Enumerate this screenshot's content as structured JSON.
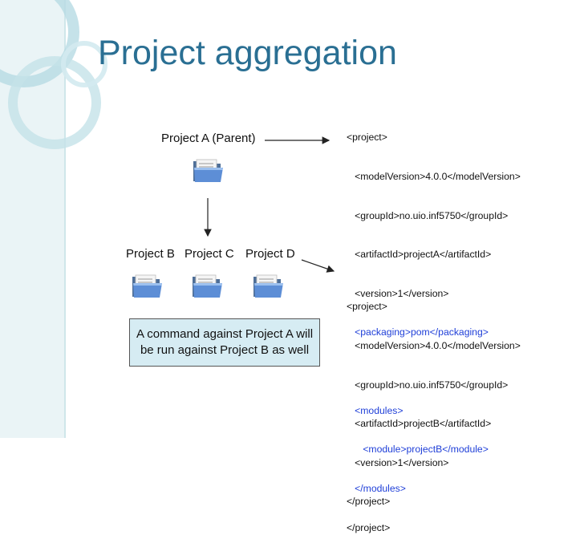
{
  "slide": {
    "title": "Project aggregation"
  },
  "diagram": {
    "parent_label": "Project A (Parent)",
    "children": [
      {
        "label": "Project B"
      },
      {
        "label": "Project C"
      },
      {
        "label": "Project D"
      }
    ],
    "note_lines": [
      "A command against Project A will",
      "be run against Project B as well"
    ]
  },
  "code_parent": {
    "lines": [
      "<project>",
      "   <modelVersion>4.0.0</modelVersion>",
      "   <groupId>no.uio.inf5750</groupId>",
      "   <artifactId>projectA</artifactId>",
      "   <version>1</version>",
      "   <packaging>pom</packaging>",
      "",
      "   <modules>",
      "      <module>projectB</module>",
      "   </modules>",
      "</project>"
    ]
  },
  "code_child": {
    "lines": [
      "<project>",
      "   <modelVersion>4.0.0</modelVersion>",
      "   <groupId>no.uio.inf5750</groupId>",
      "   <artifactId>projectB</artifactId>",
      "   <version>1</version>",
      "</project>"
    ]
  },
  "colors": {
    "title": "#2a6f93",
    "highlight": "#1f3fd8",
    "callout_bg": "#d6ecf3",
    "sidebar": "#eaf4f6"
  },
  "icons": {
    "folder": "folder-icon"
  }
}
